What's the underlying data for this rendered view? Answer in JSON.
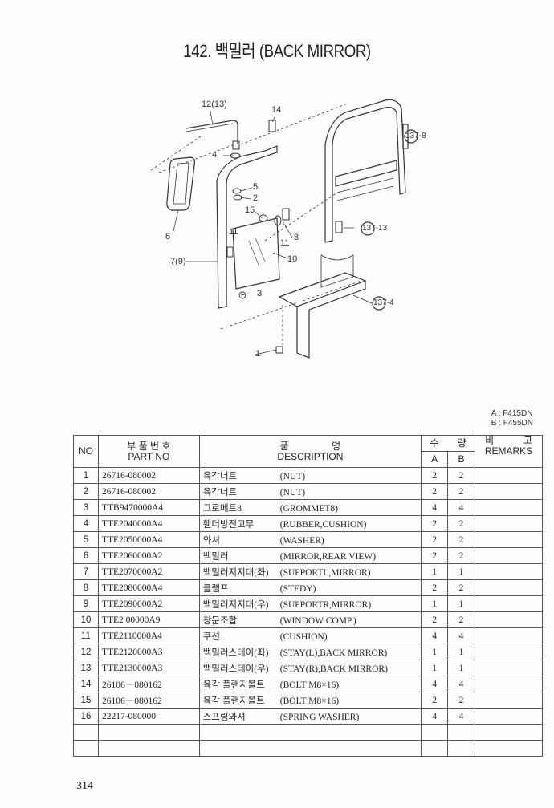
{
  "title": "142. 백밀러 (BACK MIRROR)",
  "diagram_labels": {
    "l12_13": "12(13)",
    "l14": "14",
    "l4": "4",
    "l5": "5",
    "l2": "2",
    "l15": "15",
    "l6": "6",
    "l7_9": "7(9)",
    "l11a": "11",
    "l11b": "11",
    "l8": "8",
    "l10": "10",
    "l3": "3",
    "l1": "1",
    "ref8": "137-8",
    "ref13": "137-13",
    "ref4": "137-4"
  },
  "models": {
    "a": "A : F415DN",
    "b": "B : F455DN"
  },
  "table": {
    "headers": {
      "no": "NO",
      "part_ko": "부 품 번 호",
      "part_en": "PART  NO",
      "desc_ko": "품                명",
      "desc_en": "DESCRIPTION",
      "qty_ko": "수       량",
      "qty_a": "A",
      "qty_b": "B",
      "rem_ko": "비           고",
      "rem_en": "REMARKS"
    },
    "rows": [
      {
        "no": "1",
        "part": "26716-080002",
        "ko": "육각너트",
        "en": "(NUT)",
        "a": "2",
        "b": "2"
      },
      {
        "no": "2",
        "part": "26716-080002",
        "ko": "육각너트",
        "en": "(NUT)",
        "a": "2",
        "b": "2"
      },
      {
        "no": "3",
        "part": "TTB9470000A4",
        "ko": "그로메트8",
        "en": "(GROMMET8)",
        "a": "4",
        "b": "4"
      },
      {
        "no": "4",
        "part": "TTE2040000A4",
        "ko": "휀더방진고무",
        "en": "(RUBBER,CUSHION)",
        "a": "2",
        "b": "2"
      },
      {
        "no": "5",
        "part": "TTE2050000A4",
        "ko": "와셔",
        "en": "(WASHER)",
        "a": "2",
        "b": "2"
      },
      {
        "no": "6",
        "part": "TTE2060000A2",
        "ko": "백밀러",
        "en": "(MIRROR,REAR VIEW)",
        "a": "2",
        "b": "2"
      },
      {
        "no": "7",
        "part": "TTE2070000A2",
        "ko": "백밀러지지대(좌)",
        "en": "(SUPPORTL,MIRROR)",
        "a": "1",
        "b": "1"
      },
      {
        "no": "8",
        "part": "TTE2080000A4",
        "ko": "클램프",
        "en": "(STEDY)",
        "a": "2",
        "b": "2"
      },
      {
        "no": "9",
        "part": "TTE2090000A2",
        "ko": "백밀러지지대(우)",
        "en": "(SUPPORTR,MIRROR)",
        "a": "1",
        "b": "1"
      },
      {
        "no": "10",
        "part": "TTE2 00000A9",
        "ko": "창문조합",
        "en": "(WINDOW COMP.)",
        "a": "2",
        "b": "2"
      },
      {
        "no": "11",
        "part": "TTE2110000A4",
        "ko": "쿠션",
        "en": "(CUSHION)",
        "a": "4",
        "b": "4"
      },
      {
        "no": "12",
        "part": "TTE2120000A3",
        "ko": "백밀러스테이(좌)",
        "en": "(STAY(L),BACK MIRROR)",
        "a": "1",
        "b": "1"
      },
      {
        "no": "13",
        "part": "TTE2130000A3",
        "ko": "백밀러스테이(우)",
        "en": "(STAY(R),BACK MIRROR)",
        "a": "1",
        "b": "1"
      },
      {
        "no": "14",
        "part": "26106－080162",
        "ko": "육각 플랜지볼트",
        "en": "(BOLT M8×16)",
        "a": "4",
        "b": "4"
      },
      {
        "no": "15",
        "part": "26106－080162",
        "ko": "육각 플랜지볼트",
        "en": "(BOLT M8×16)",
        "a": "2",
        "b": "2"
      },
      {
        "no": "16",
        "part": "22217-080000",
        "ko": "스프링와셔",
        "en": "(SPRING WASHER)",
        "a": "4",
        "b": "4"
      }
    ]
  },
  "page_number": "314"
}
